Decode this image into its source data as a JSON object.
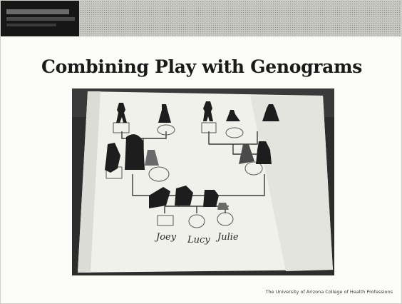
{
  "slide": {
    "title": "Combining Play with Genograms",
    "footer": "The University of Arizona College of Health Professions"
  },
  "genogram_photo": {
    "child_labels": [
      "Joey",
      "Lucy",
      "Julie"
    ]
  },
  "colors": {
    "header_block": "#161616",
    "header_band": "#c8c8c2",
    "title_text": "#1a1a1a"
  }
}
